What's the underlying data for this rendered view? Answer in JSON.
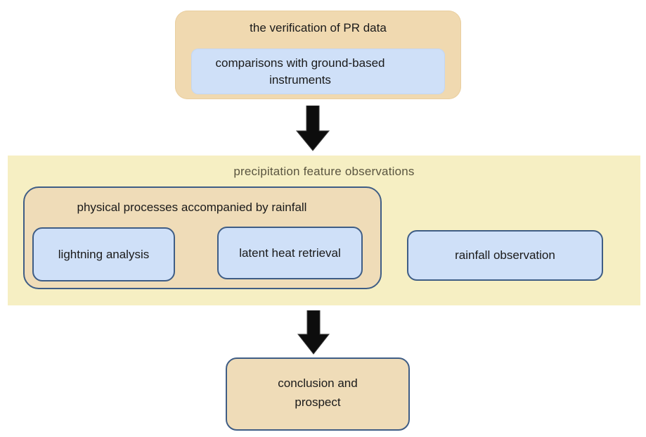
{
  "diagram": {
    "verification": {
      "title": "the verification of PR data",
      "inner_line1": "comparisons with ground-based",
      "inner_line2": "instruments"
    },
    "precipitation": {
      "title": "precipitation feature observations",
      "physical": {
        "title": "physical processes accompanied by rainfall",
        "lightning": "lightning analysis",
        "latent_heat": "latent heat retrieval"
      },
      "rainfall": "rainfall observation"
    },
    "conclusion": {
      "line1": "conclusion and",
      "line2": "prospect"
    },
    "colors": {
      "tan_fill": "#f0d9b0",
      "blue_fill": "#cfe0f8",
      "band_fill": "#f6efc3",
      "border": "#3f5d85",
      "arrow": "#0d0d0d"
    }
  }
}
